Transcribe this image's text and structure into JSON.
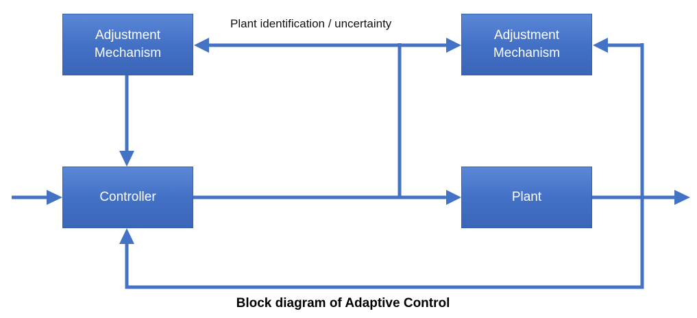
{
  "diagram": {
    "blocks": {
      "adjustment_left": "Adjustment\nMechanism",
      "adjustment_right": "Adjustment\nMechanism",
      "controller": "Controller",
      "plant": "Plant"
    },
    "edge_label": "Plant identification / uncertainty",
    "caption": "Block diagram of Adaptive Control",
    "colors": {
      "block_fill": "#4472c4",
      "arrow": "#4472c4",
      "text_on_block": "#ffffff"
    }
  }
}
